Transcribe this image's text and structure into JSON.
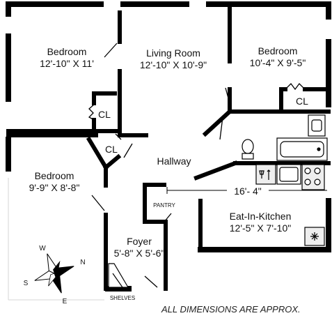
{
  "rooms": {
    "bedroom_left": {
      "name": "Bedroom",
      "size": "12'-10\" X 11'"
    },
    "living_room": {
      "name": "Living Room",
      "size": "12'-10\" X 10'-9\""
    },
    "bedroom_right": {
      "name": "Bedroom",
      "size": "10'-4\" X 9'-5\""
    },
    "bedroom_lower": {
      "name": "Bedroom",
      "size": "9'-9\" X 8'-8\""
    },
    "hallway": {
      "name": "Hallway"
    },
    "kitchen": {
      "name": "Eat-In-Kitchen",
      "size": "12'-5\" X 7'-10\""
    },
    "foyer": {
      "name": "Foyer",
      "size": "5'-8\" X 5'-6\""
    }
  },
  "closets": {
    "cl_left": "CL",
    "cl_center": "CL",
    "cl_right": "CL"
  },
  "labels": {
    "pantry": "PANTRY",
    "shelves": "SHELVES",
    "kitchen_dimension": "16'- 4\""
  },
  "compass": {
    "north": "N",
    "south": "S",
    "east": "E",
    "west": "W"
  },
  "footer_note": "ALL DIMENSIONS ARE APPROX."
}
